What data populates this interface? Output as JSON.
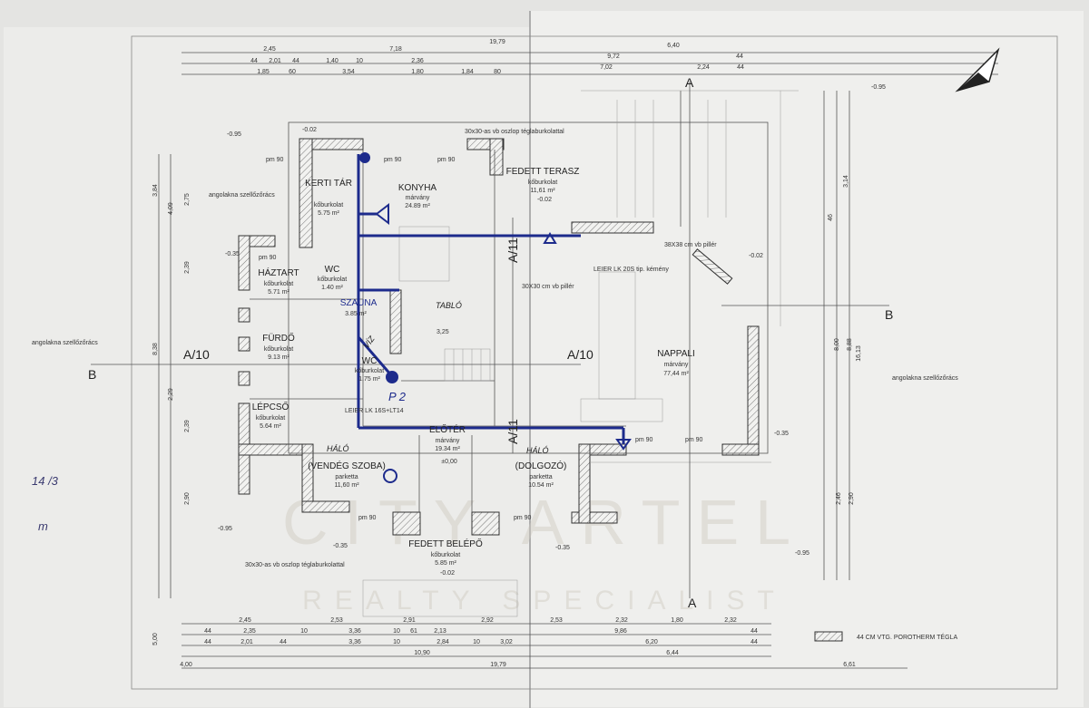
{
  "title_block": {
    "legend": "44 CM VTG. POROTHERM TÉGLA"
  },
  "watermark": {
    "line1": "CITY ARTEL",
    "line2": "REALTY SPECIALIST"
  },
  "colors": {
    "paper": "#e9e9e7",
    "ink": "#2a2a2a",
    "plumbing": "#1d2b8c"
  },
  "rooms": [
    {
      "name": "KERTI TÁR",
      "floor": "kőburkolat",
      "area": "5.75 m²"
    },
    {
      "name": "KONYHA",
      "floor": "márvány",
      "area": "24.89 m²"
    },
    {
      "name": "FEDETT TERASZ",
      "floor": "kőburkolat",
      "area": "11,61 m²",
      "level": "-0.02"
    },
    {
      "name": "HÁZTART",
      "floor": "kőburkolat",
      "area": "5.71 m²"
    },
    {
      "name": "WC",
      "floor": "kőburkolat",
      "area": "1.40 m²"
    },
    {
      "name": "SZAUNA",
      "floor": "",
      "area": "3.85 m²"
    },
    {
      "name": "FÜRDŐ",
      "floor": "kőburkolat",
      "area": "9.13 m²"
    },
    {
      "name": "WC",
      "floor": "kőburkolat",
      "area": "1.75 m²"
    },
    {
      "name": "LÉPCSŐ",
      "floor": "kőburkolat",
      "area": "5.64 m²"
    },
    {
      "name": "ELŐTÉR",
      "floor": "márvány",
      "area": "19.34 m²",
      "level": "±0,00"
    },
    {
      "name": "(VENDÉG SZOBA)",
      "floor": "parketta",
      "area": "11,60 m²"
    },
    {
      "name": "(DOLGOZÓ)",
      "floor": "parketta",
      "area": "10.54 m²"
    },
    {
      "name": "FEDETT BELÉPŐ",
      "floor": "kőburkolat",
      "area": "5.85 m²",
      "level": "-0.02"
    },
    {
      "name": "NAPPALI",
      "floor": "márvány",
      "area": "77,44 m²"
    }
  ],
  "annotations": {
    "column_top": "30x30-as vb oszlop téglaburkolattal",
    "column_bottom": "30x30-as vb oszlop téglaburkolattal",
    "pillar_38": "38X38 cm vb pillér",
    "chimney": "LEIER LK 20S tip. kémény",
    "pillar_30": "30X30 cm vb pillér",
    "chimney2": "LEIER LK 16S+LT14",
    "vent1": "angolakna szellőzőrács",
    "vent2": "angolakna szellőzőrács",
    "vent3": "angolakna szellőzőrács",
    "stair_w": "3,25"
  },
  "section_marks": {
    "a10_left": "A/10",
    "a10_right": "A/10",
    "a11_top": "A/11",
    "a11_bot": "A/11",
    "b_left": "B",
    "b_right": "B",
    "a_top": "A",
    "a_bot": "A"
  },
  "handwriting": {
    "p2": "P 2",
    "tablo": "TABLÓ",
    "halo1": "HÁLÓ",
    "halo2": "HÁLÓ",
    "vizes": "VÍZ",
    "margin1": "14 /3",
    "margin2": "m"
  },
  "levels": [
    "-0.95",
    "-0.02",
    "-0.35",
    "-0.95",
    "-0.02",
    "-0.35",
    "-0.35",
    "-0.95",
    "-0.35",
    "-0.95"
  ],
  "dims_top": {
    "row1": [
      "2,45",
      "7,18",
      "19,79",
      "6,40"
    ],
    "row2": [
      "44",
      "2,01",
      "44",
      "1,40",
      "10",
      "2,36",
      "9,72",
      "44"
    ],
    "row3": [
      "1,85",
      "60",
      "3,54",
      "1,80",
      "1,84",
      "80",
      "7,02",
      "2,24",
      "44"
    ]
  },
  "dims_bottom": {
    "row1": [
      "2,45",
      "2,53",
      "2,91",
      "2,92",
      "2,53",
      "2,32",
      "1,80",
      "2,32"
    ],
    "row2": [
      "44",
      "2,35",
      "10",
      "3,36",
      "10",
      "61",
      "2,13",
      "9,86",
      "44"
    ],
    "row3": [
      "44",
      "2,01",
      "44",
      "3,36",
      "10",
      "2,84",
      "10",
      "3,02",
      "6,20",
      "44"
    ],
    "row4": [
      "10,90",
      "19,79",
      "6,44"
    ],
    "row5": [
      "4,00",
      "6,61"
    ]
  },
  "dims_left": [
    "3,84",
    "2,75",
    "4,09",
    "2,39",
    "8,38",
    "2,29",
    "2,39",
    "2,90",
    "5,00"
  ],
  "dims_right": [
    "3,14",
    "46",
    "8,00",
    "8,88",
    "16,13",
    "2,46",
    "2,90"
  ],
  "door_marks": [
    "pm 90",
    "pm 90",
    "pm 90",
    "pm 90",
    "pm 90",
    "pm 90",
    "pm 90",
    "pm 90"
  ]
}
